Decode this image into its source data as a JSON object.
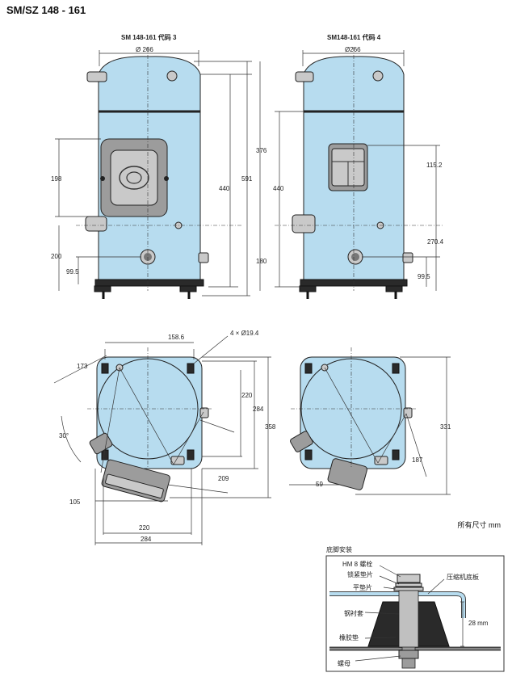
{
  "title": "SM/SZ 148 - 161",
  "front_left": {
    "label": "SM 148-161 代码 3",
    "diameter": "Ø 266",
    "dims": {
      "d198": "198",
      "d200": "200",
      "d99_5": "99.5",
      "d440": "440",
      "d591": "591",
      "d376": "376",
      "d180": "180"
    }
  },
  "front_right": {
    "label": "SM148-161 代码 4",
    "diameter": "Ø266",
    "dims": {
      "d440": "440",
      "d115_2": "115.2",
      "d270_4": "270.4",
      "d99_5": "99.5"
    }
  },
  "top_left": {
    "dims": {
      "d158_6": "158.6",
      "holes": "4 × Ø19.4",
      "d173": "173",
      "d30": "30°",
      "d220v": "220",
      "d284v": "284",
      "d358": "358",
      "d209": "209",
      "d105": "105",
      "d220h": "220",
      "d284h": "284"
    }
  },
  "top_right": {
    "dims": {
      "d331": "331",
      "d187": "187",
      "d59": "59"
    }
  },
  "units_note": "所有尺寸 mm",
  "mounting": {
    "heading": "底脚安装",
    "labels": {
      "bolt": "HM 8 螺栓",
      "lockwasher": "锁紧垫片",
      "flatwasher": "平垫片",
      "baseplate": "压缩机底板",
      "sleeve": "钢衬套",
      "grommet": "橡胶垫",
      "nut": "螺母",
      "gap": "28 mm"
    }
  },
  "colors": {
    "body": "#b7dcef",
    "dark": "#2a2a2a",
    "grey": "#9c9c9c"
  }
}
